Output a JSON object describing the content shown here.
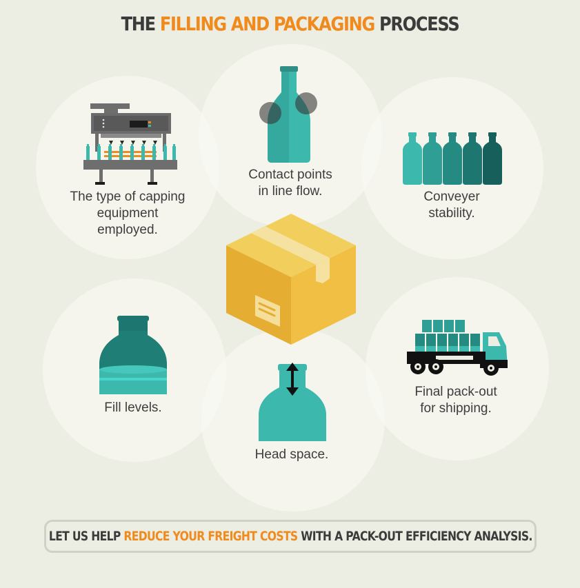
{
  "title": {
    "pre": "THE ",
    "highlight": "FILLING AND PACKAGING",
    "post": " PROCESS"
  },
  "steps": {
    "capping": {
      "line1": "The type of capping",
      "line2": "equipment",
      "line3": "employed.",
      "icon": "capping-machine-icon"
    },
    "contact": {
      "line1": "Contact points",
      "line2": "in line flow.",
      "icon": "bottle-contact-points-icon"
    },
    "conveyor": {
      "line1": "Conveyer",
      "line2": "stability.",
      "icon": "bottles-row-icon"
    },
    "fill": {
      "line1": "Fill levels.",
      "icon": "bottle-fill-level-icon"
    },
    "headspace": {
      "line1": "Head space.",
      "icon": "bottle-head-space-icon"
    },
    "packout": {
      "line1": "Final pack-out",
      "line2": "for shipping.",
      "icon": "delivery-truck-icon"
    }
  },
  "center_icon": "cardboard-box-icon",
  "banner": {
    "pre": "LET US HELP ",
    "highlight": "REDUCE YOUR FREIGHT COSTS",
    "post": " WITH A PACK-OUT EFFICIENCY ANALYSIS."
  },
  "colors": {
    "accent": "#f08a1d",
    "teal": "#3cb8ad",
    "text": "#3b3b3b",
    "box": "#edbb3f"
  }
}
